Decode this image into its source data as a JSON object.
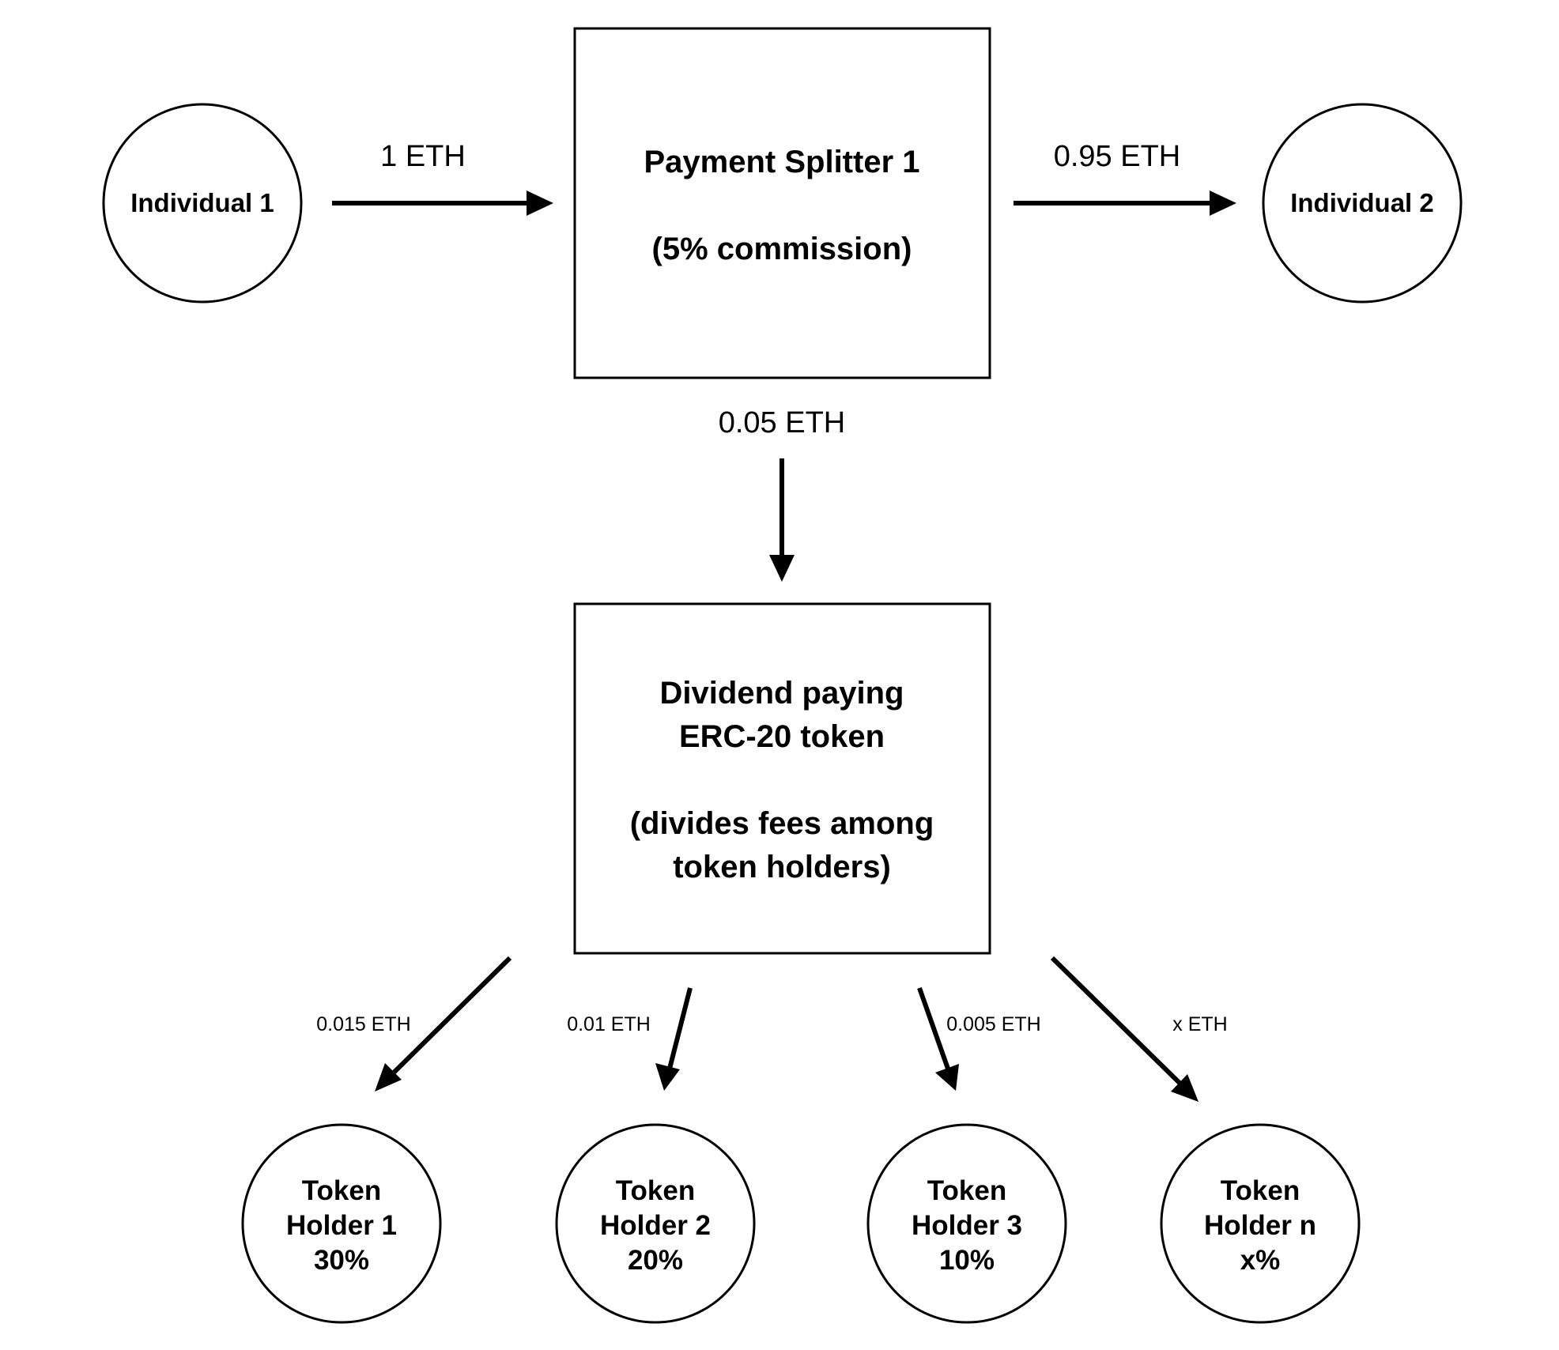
{
  "nodes": {
    "individual_1": {
      "lines": [
        "Individual 1"
      ]
    },
    "payment_splitter": {
      "lines": [
        "Payment Splitter 1",
        "",
        "(5% commission)"
      ]
    },
    "individual_2": {
      "lines": [
        "Individual 2"
      ]
    },
    "dividend_token": {
      "lines": [
        "Dividend paying",
        "ERC-20 token",
        "",
        "(divides fees among",
        "token holders)"
      ]
    },
    "token_holder_1": {
      "lines": [
        "Token",
        "Holder 1",
        "30%"
      ]
    },
    "token_holder_2": {
      "lines": [
        "Token",
        "Holder 2",
        "20%"
      ]
    },
    "token_holder_3": {
      "lines": [
        "Token",
        "Holder 3",
        "10%"
      ]
    },
    "token_holder_n": {
      "lines": [
        "Token",
        "Holder n",
        "x%"
      ]
    }
  },
  "edges": {
    "individual_1_to_splitter": "1 ETH",
    "splitter_to_individual_2": "0.95 ETH",
    "splitter_to_token": "0.05 ETH",
    "token_to_holder_1": "0.015 ETH",
    "token_to_holder_2": "0.01 ETH",
    "token_to_holder_3": "0.005 ETH",
    "token_to_holder_n": "x ETH"
  }
}
